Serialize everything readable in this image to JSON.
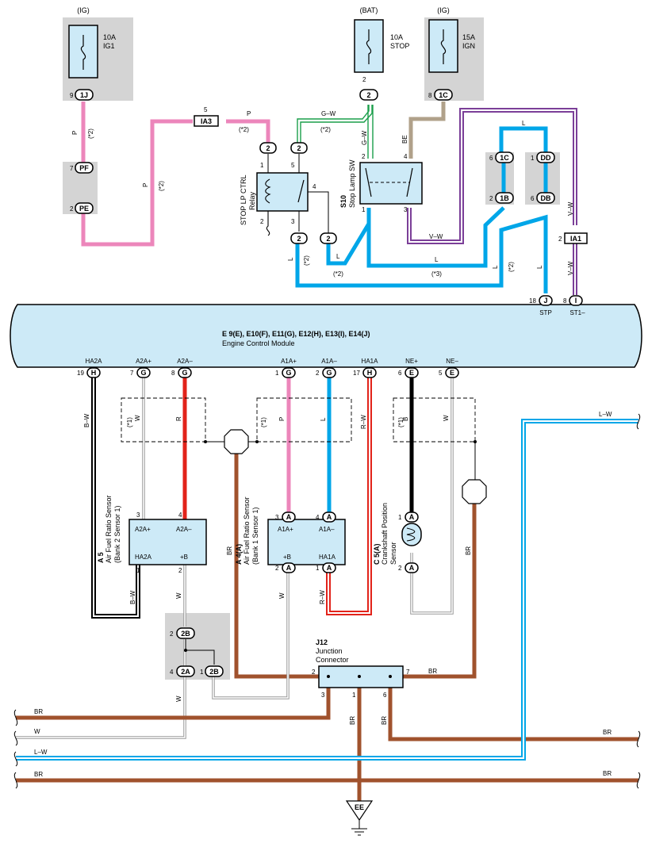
{
  "fuses": [
    {
      "supply": "(IG)",
      "rating": "10A",
      "name": "IG1"
    },
    {
      "supply": "(BAT)",
      "rating": "10A",
      "name": "STOP"
    },
    {
      "supply": "(IG)",
      "rating": "15A",
      "name": "IGN"
    }
  ],
  "connectors": {
    "c1J": "1J",
    "cPF": "PF",
    "cPE": "PE",
    "cIA3": "IA3",
    "c1C": "1C",
    "c1B": "1B",
    "cDD": "DD",
    "cDB": "DB",
    "cIA1": "IA1",
    "c2B": "2B",
    "c2A": "2A",
    "cJ": "J",
    "cI": "I",
    "cH": "H",
    "cG": "G",
    "cE": "E",
    "cA": "A",
    "cEE": "EE"
  },
  "pins": {
    "p1": "1",
    "p2": "2",
    "p3": "3",
    "p4": "4",
    "p5": "5",
    "p6": "6",
    "p7": "7",
    "p8": "8",
    "p9": "9",
    "p17": "17",
    "p18": "18",
    "p19": "19"
  },
  "wires": {
    "P": "P",
    "GW": "G–W",
    "BE": "BE",
    "L": "L",
    "VW": "V–W",
    "BW": "B–W",
    "W": "W",
    "R": "R",
    "RW": "R–W",
    "B": "B",
    "BR": "BR",
    "LW": "L–W"
  },
  "notes": {
    "n1": "(*1)",
    "n2": "(*2)",
    "n3": "(*3)"
  },
  "relay": {
    "name": "STOP LP CTRL",
    "sub": "Relay"
  },
  "stop_sw": {
    "code": "S10",
    "name": "Stop Lamp SW"
  },
  "ecm": {
    "codes": "E 9(E), E10(F), E11(G), E12(H), E13(I), E14(J)",
    "name": "Engine Control Module",
    "top_terms": [
      "STP",
      "ST1–"
    ],
    "bottom_terms": [
      "HA2A",
      "A2A+",
      "A2A–",
      "A1A+",
      "A1A–",
      "HA1A",
      "NE+",
      "NE–"
    ]
  },
  "sensor_a5": {
    "code": "A 5",
    "name": "Air Fuel Ratio Sensor",
    "sub": "(Bank 2 Sensor 1)",
    "t1": "A2A+",
    "t2": "A2A–",
    "t3": "HA2A",
    "t4": "+B"
  },
  "sensor_a4": {
    "code": "A 4(A)",
    "name": "Air Fuel Ratio Sensor",
    "sub": "(Bank 1 Sensor 1)",
    "t1": "A1A+",
    "t2": "A1A–",
    "t3": "+B",
    "t4": "HA1A"
  },
  "sensor_c5": {
    "code": "C 5(A)",
    "name": "Crankshaft Position",
    "sub": "Sensor"
  },
  "junction": {
    "code": "J12",
    "name": "Junction",
    "sub": "Connector"
  },
  "colors": {
    "pink": "#ec86bb",
    "green": "#1a9e4a",
    "tan": "#b0a18a",
    "blue": "#00a6e8",
    "purple": "#7b3f98",
    "red": "#e2231a",
    "brown": "#a0522d",
    "black": "#000000",
    "box": "#cdeaf7",
    "shade": "#d4d4d4"
  }
}
